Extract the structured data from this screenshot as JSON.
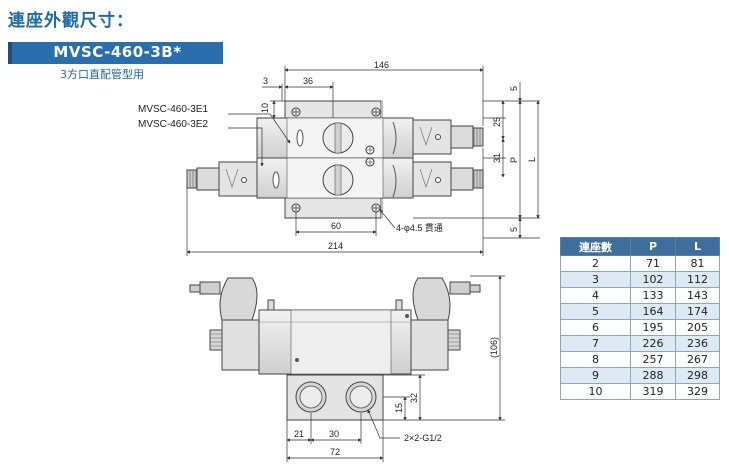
{
  "header": {
    "title": "連座外觀尺寸：",
    "model": "MVSC-460-3B*",
    "subtitle": "3方口直配管型用"
  },
  "top_view": {
    "labels": {
      "e1": "MVSC-460-3E1",
      "e2": "MVSC-460-3E2",
      "hole": "4-φ4.5 貫通"
    },
    "dims": {
      "overall_146": "146",
      "left_3": "3",
      "d36": "36",
      "d10": "10",
      "d5_top": "5",
      "d25": "25",
      "d31": "31",
      "P": "P",
      "L": "L",
      "d5_bottom": "5",
      "d60": "60",
      "d214": "214"
    }
  },
  "front_view": {
    "dims": {
      "h106": "(106)",
      "d32": "32",
      "d15": "15",
      "d21": "21",
      "d30": "30",
      "d72": "72",
      "port": "2×2-G1/2"
    }
  },
  "table": {
    "headers": [
      "連座數",
      "P",
      "L"
    ],
    "rows": [
      [
        "2",
        "71",
        "81"
      ],
      [
        "3",
        "102",
        "112"
      ],
      [
        "4",
        "133",
        "143"
      ],
      [
        "5",
        "164",
        "174"
      ],
      [
        "6",
        "195",
        "205"
      ],
      [
        "7",
        "226",
        "236"
      ],
      [
        "8",
        "257",
        "267"
      ],
      [
        "9",
        "288",
        "298"
      ],
      [
        "10",
        "319",
        "329"
      ]
    ]
  }
}
